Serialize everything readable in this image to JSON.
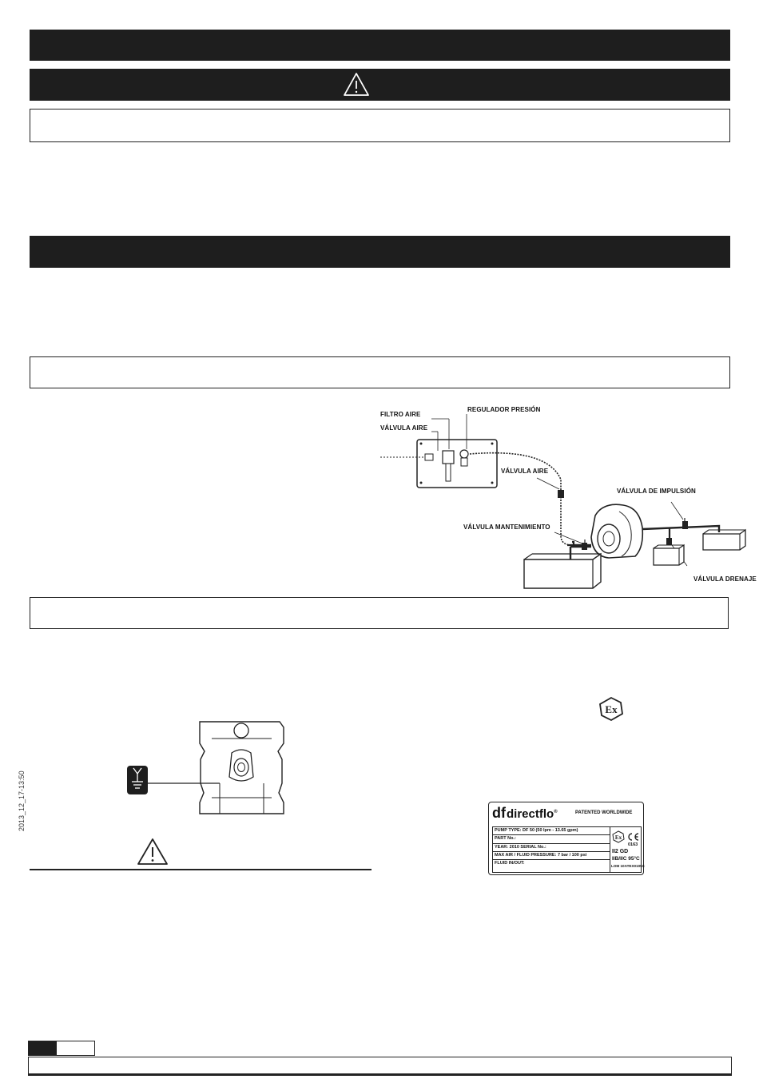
{
  "side_date": "2013_12_17-13:50",
  "diagram": {
    "labels": {
      "filtro_aire": "FILTRO AIRE",
      "valvula_aire_1": "VÁLVULA AIRE",
      "regulador": "REGULADOR PRESIÓN",
      "valvula_aire_2": "VÁLVULA AIRE",
      "impulsion": "VÁLVULA DE IMPULSIÓN",
      "mantenimiento": "VÁLVULA MANTENIMIENTO",
      "drenaje": "VÁLVULA DRENAJE"
    }
  },
  "nameplate": {
    "brand": "directflo",
    "brand_mark": "df",
    "registered": "®",
    "patented": "PATENTED WORLDWIDE",
    "rows": [
      "PUMP TYPE:          DF 50 (50 lpm - 13.65 gpm)",
      "PART No.:",
      "YEAR: 2010        SERIAL No.:",
      "MAX AIR / FLUID PRESSURE: 7 bar / 100 psi",
      "FLUID IN/OUT:"
    ],
    "cert_number": "0163",
    "atex_line1": "II2 GD",
    "atex_line2": "IIB/IIC 95°C",
    "cert_ref": "LOM 10ATEX0105X"
  },
  "ex_symbol": "Ex",
  "colors": {
    "bar": "#1e1e1e",
    "border": "#222222"
  }
}
